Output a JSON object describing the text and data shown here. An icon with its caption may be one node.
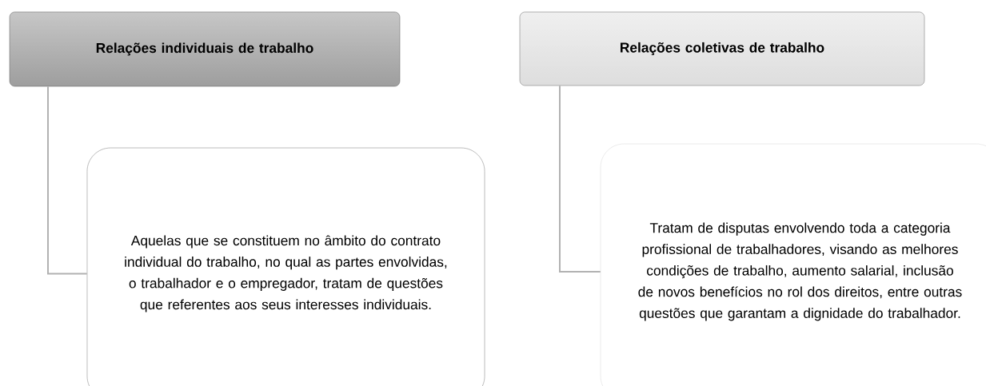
{
  "diagram": {
    "nodes": [
      {
        "text": [
          "Relações individuais de trabalho"
        ]
      },
      {
        "text": [
          "Aquelas que se constituem no âmbito do contrato individual do trabalho, no qual as partes envolvidas, o trabalhador e o empregador, tratam de questões que referentes aos seus interesses individuais."
        ]
      },
      {
        "text": [
          "Relações coletivas de trabalho"
        ]
      },
      {
        "text": [
          "Tratam de disputas envolvendo toda a categoria profissional de trabalhadores, visando as melhores condições de trabalho, aumento salarial, inclusão de novos benefícios no rol dos direitos, entre outras questões que garantam a dignidade do trabalhador."
        ]
      }
    ],
    "edges": [
      {
        "from": 0,
        "to": 1,
        "arrow": "none"
      },
      {
        "from": 2,
        "to": 3,
        "arrow": "none"
      }
    ]
  }
}
